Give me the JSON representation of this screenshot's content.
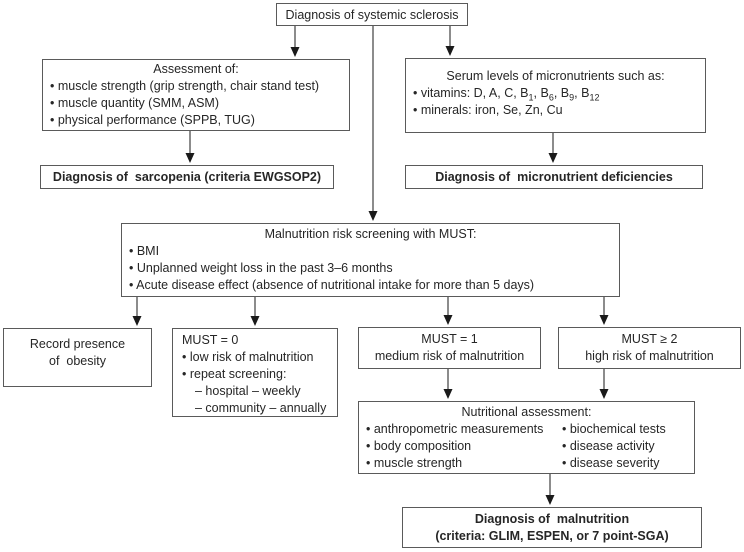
{
  "diagram": {
    "top_box": {
      "label": "Diagnosis of systemic sclerosis"
    },
    "assessment_box": {
      "title": "Assessment of:",
      "items": [
        "• muscle strength (grip strength, chair stand test)",
        "• muscle quantity (SMM, ASM)",
        "• physical performance (SPPB, TUG)"
      ]
    },
    "serum_box": {
      "title": "Serum levels of micronutrients such as:",
      "vitamins_parts": [
        "• vitamins: D, A, C, B",
        "1",
        ", B",
        "6",
        ", B",
        "9",
        ", B",
        "12"
      ],
      "minerals_item": "• minerals: iron, Se, Zn, Cu"
    },
    "sarcopenia_box": {
      "label": "Diagnosis of  sarcopenia (criteria EWGSOP2)"
    },
    "micronutrient_box": {
      "label": "Diagnosis of  micronutrient deficiencies"
    },
    "must_box": {
      "title": "Malnutrition risk screening with MUST:",
      "items": [
        "• BMI",
        "• Unplanned weight loss in the past 3–6 months",
        "• Acute disease effect (absence of nutritional intake for more than 5 days)"
      ]
    },
    "obesity_box": {
      "line1": "Record presence",
      "line2": "of  obesity"
    },
    "must0_box": {
      "title": "MUST = 0",
      "items": [
        "• low risk of malnutrition",
        "• repeat screening:"
      ],
      "subitems": [
        "– hospital – weekly",
        "– community – annually"
      ]
    },
    "must1_box": {
      "line1": "MUST = 1",
      "line2": "medium risk of malnutrition"
    },
    "must2_box": {
      "line1": "MUST ≥ 2",
      "line2": "high risk of malnutrition"
    },
    "nutritional_box": {
      "title": "Nutritional assessment:",
      "left_items": [
        "• anthropometric measurements",
        "• body composition",
        "• muscle strength"
      ],
      "right_items": [
        "• biochemical tests",
        "• disease activity",
        "• disease severity"
      ]
    },
    "malnutrition_box": {
      "line1": "Diagnosis of  malnutrition",
      "line2": "(criteria: GLIM, ESPEN, or 7 point-SGA)"
    }
  },
  "colors": {
    "background": "#ffffff",
    "box_border": "#5a5a5a",
    "text": "#262626",
    "arrow": "#1a1a1a"
  }
}
